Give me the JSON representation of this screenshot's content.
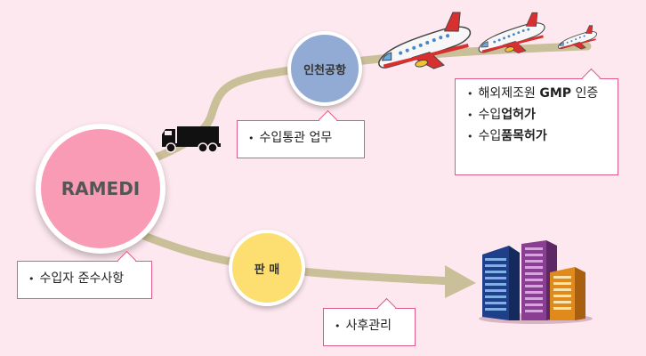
{
  "nodes": {
    "main": "RAMEDI",
    "airport": "인천공항",
    "sales": "판 매"
  },
  "callouts": {
    "customs": {
      "items": [
        "수입통관 업무"
      ]
    },
    "import": {
      "items": [
        {
          "pre": "해외제조원 ",
          "bold": "GMP",
          "post": " 인증"
        },
        {
          "pre": "수입",
          "bold": "업허가",
          "post": ""
        },
        {
          "pre": "수입",
          "bold": "품목허가",
          "post": ""
        }
      ]
    },
    "importer": {
      "items": [
        "수입자 준수사항"
      ]
    },
    "after_service": {
      "items": [
        "사후관리"
      ]
    }
  },
  "icons": [
    "truck-icon",
    "airplane-icon",
    "buildings-icon"
  ],
  "colors": {
    "background": "#fde8ef",
    "path": "#c9bf98",
    "main_node": "#fa9bb5",
    "airport_node": "#92abd4",
    "sales_node": "#fcdf70",
    "callout_border": "#e05a84"
  }
}
